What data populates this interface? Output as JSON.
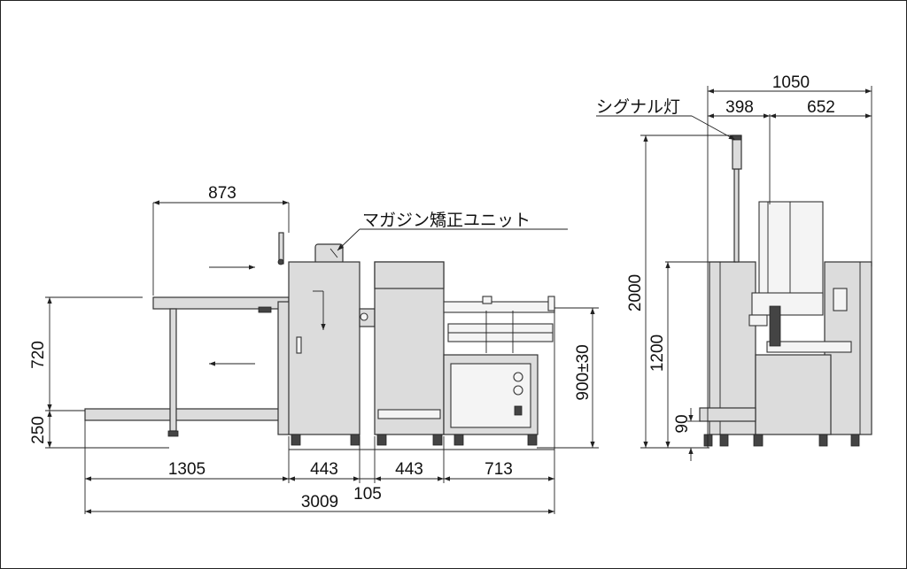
{
  "front_view": {
    "callout_magazine_unit": "マガジン矯正ユニット",
    "dims": {
      "top_table_width": "873",
      "upper_conveyor_height": "720",
      "lower_conveyor_height": "250",
      "conveyor_length": "1305",
      "magazine_unit_width": "443",
      "gap": "105",
      "second_unit_width": "443",
      "cabinet_width": "713",
      "total_length": "3009",
      "conveyor_height": "900±30"
    }
  },
  "side_view": {
    "callout_signal_light": "シグナル灯",
    "dims": {
      "total_depth": "1050",
      "left_depth": "398",
      "right_depth": "652",
      "total_height": "2000",
      "body_height": "1200",
      "step_height": "90"
    }
  }
}
